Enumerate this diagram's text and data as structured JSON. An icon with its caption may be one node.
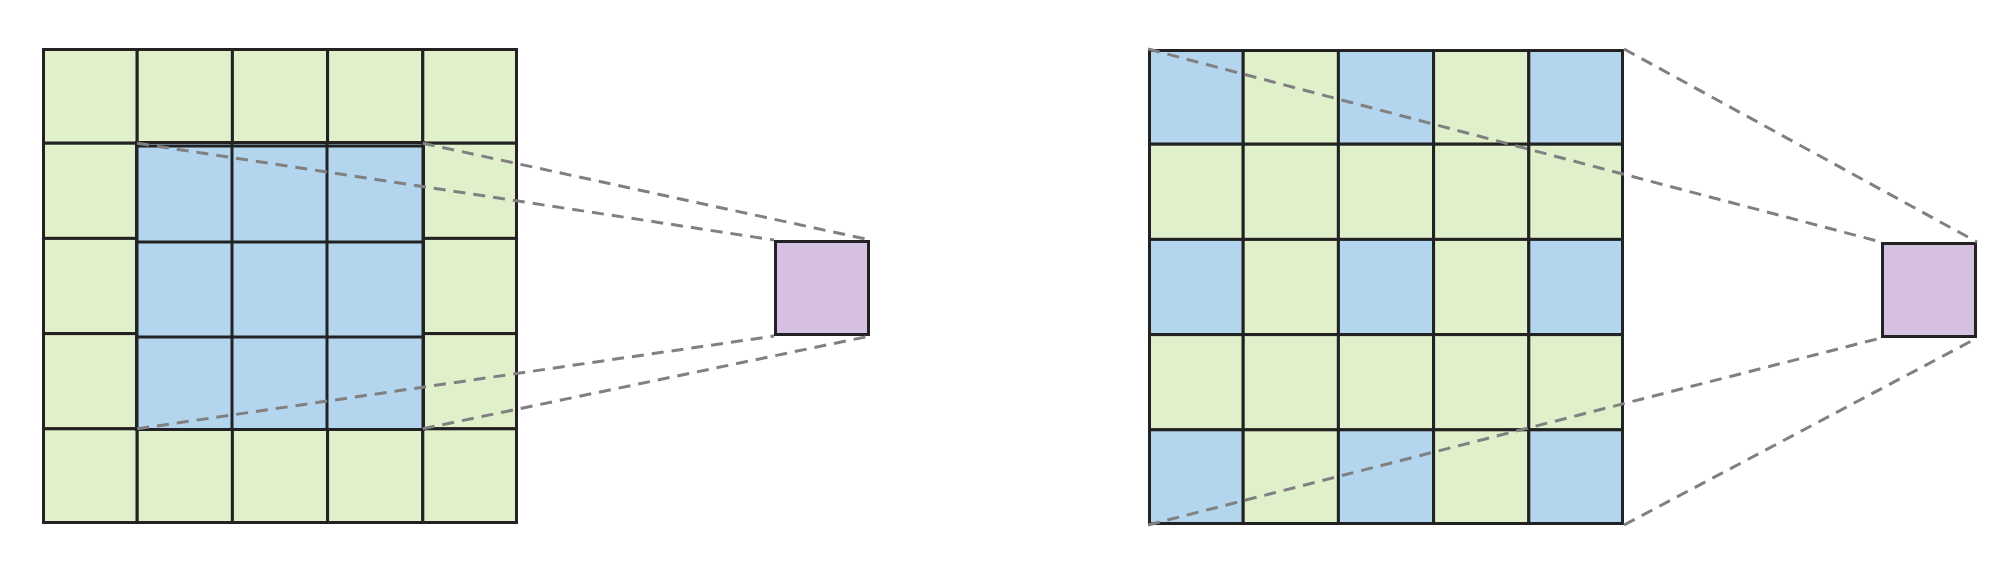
{
  "diagram": {
    "nodes": [
      {
        "text": [],
        "shape": "box"
      },
      {
        "text": [],
        "shape": "box",
        "in": 0
      },
      {
        "text": [],
        "shape": "box"
      },
      {
        "text": [],
        "shape": "box"
      },
      {
        "text": [],
        "shape": "box"
      }
    ],
    "edges": [
      {
        "from": 1,
        "to": 2,
        "arrow": "none",
        "style": "dashed"
      },
      {
        "from": 1,
        "to": 2,
        "arrow": "none",
        "style": "dashed"
      },
      {
        "from": 1,
        "to": 2,
        "arrow": "none",
        "style": "dashed"
      },
      {
        "from": 1,
        "to": 2,
        "arrow": "none",
        "style": "dashed"
      },
      {
        "from": 3,
        "to": 4,
        "arrow": "none",
        "style": "dashed"
      },
      {
        "from": 3,
        "to": 4,
        "arrow": "none",
        "style": "dashed"
      },
      {
        "from": 3,
        "to": 4,
        "arrow": "none",
        "style": "dashed"
      },
      {
        "from": 3,
        "to": 4,
        "arrow": "none",
        "style": "dashed"
      }
    ]
  }
}
